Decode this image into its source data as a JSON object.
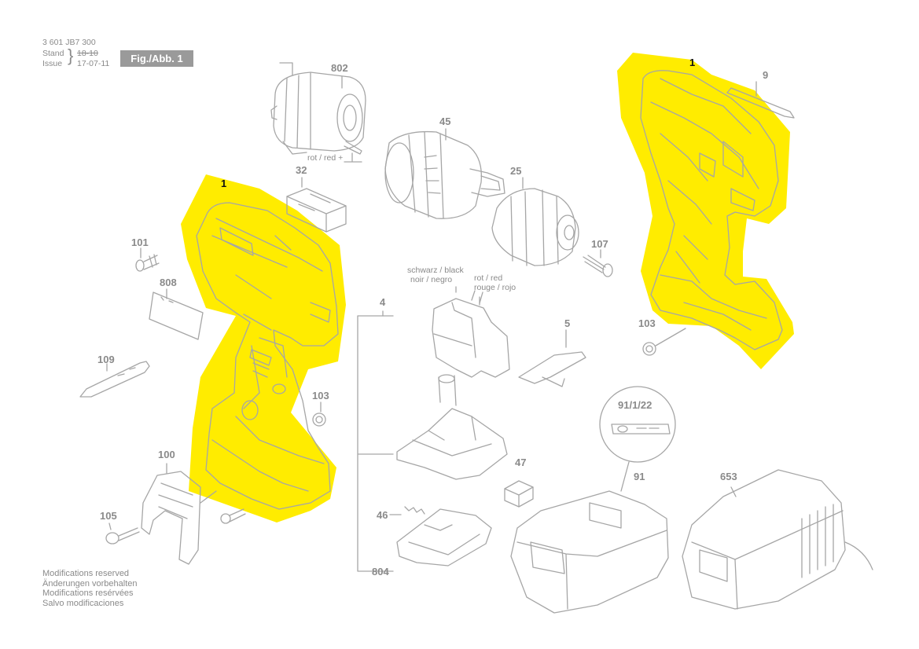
{
  "header": {
    "part_number": "3 601 JB7 300",
    "stand_label": "Stand",
    "issue_label": "Issue",
    "old_date": "18-10",
    "new_date": "17-07-11",
    "figure_label": "Fig./Abb. 1"
  },
  "colors": {
    "highlight": "#ffec00",
    "line": "#a8a8a8",
    "label": "#8a8a8a",
    "label_highlight": "#111111"
  },
  "parts": {
    "p802": "802",
    "p45": "45",
    "p32": "32",
    "p25": "25",
    "p1_left": "1",
    "p1_right": "1",
    "p9": "9",
    "p101": "101",
    "p808": "808",
    "p109": "109",
    "p103_left": "103",
    "p103_right": "103",
    "p100": "100",
    "p105": "105",
    "p107": "107",
    "p4": "4",
    "p5": "5",
    "p47": "47",
    "p46": "46",
    "p804": "804",
    "p91_1_22": "91/1/22",
    "p91": "91",
    "p653": "653"
  },
  "wire_labels": {
    "motor_red": "rot / red +",
    "black_de_en": "schwarz / black",
    "black_fr_es": "noir / negro",
    "red_de_en": "rot / red",
    "red_fr_es": "rouge / rojo"
  },
  "notes": [
    "Modifications reserved",
    "Änderungen vorbehalten",
    "Modifications resérvées",
    "Salvo modificaciones"
  ],
  "icons": {
    "motor": "motor-icon",
    "gearbox": "gearbox-icon",
    "chuck": "chuck-icon",
    "housing": "housing-shell-icon",
    "switch": "switch-icon",
    "battery": "battery-icon",
    "charger": "charger-icon"
  }
}
